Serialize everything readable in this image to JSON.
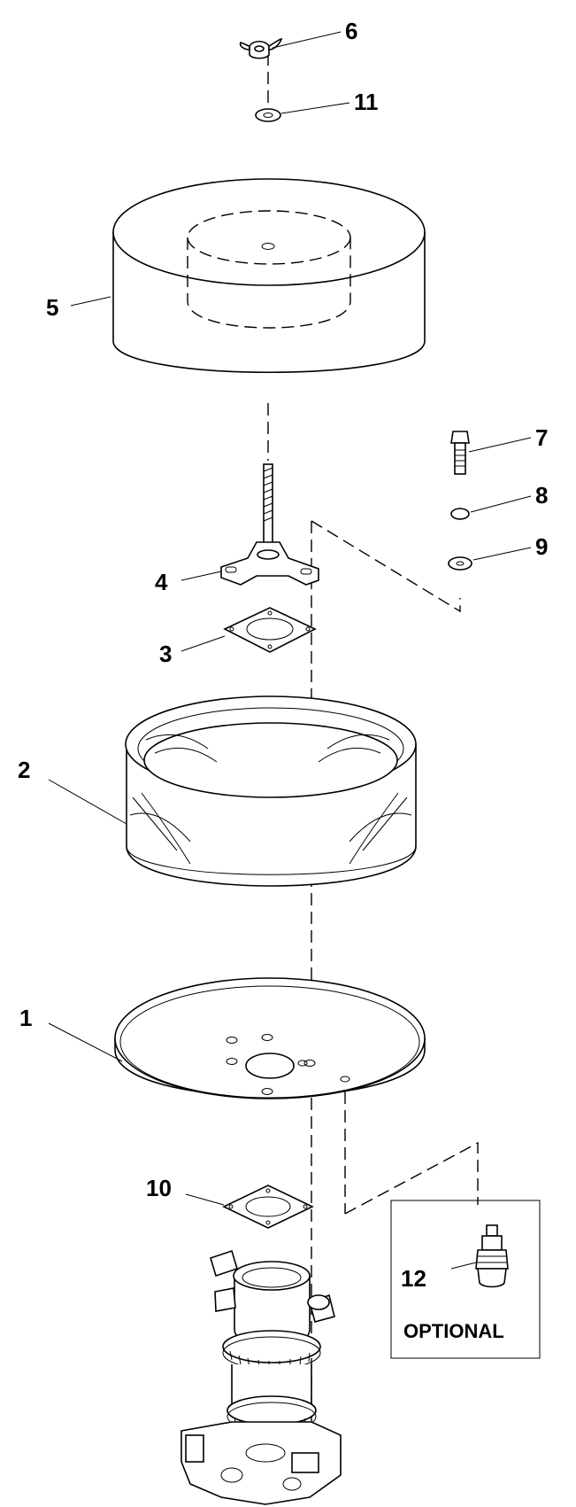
{
  "callouts": {
    "c1": "1",
    "c2": "2",
    "c3": "3",
    "c4": "4",
    "c5": "5",
    "c6": "6",
    "c7": "7",
    "c8": "8",
    "c9": "9",
    "c10": "10",
    "c11": "11",
    "c12": "12"
  },
  "optional_box_label": "OPTIONAL",
  "colors": {
    "line": "#000000",
    "background": "#ffffff"
  }
}
